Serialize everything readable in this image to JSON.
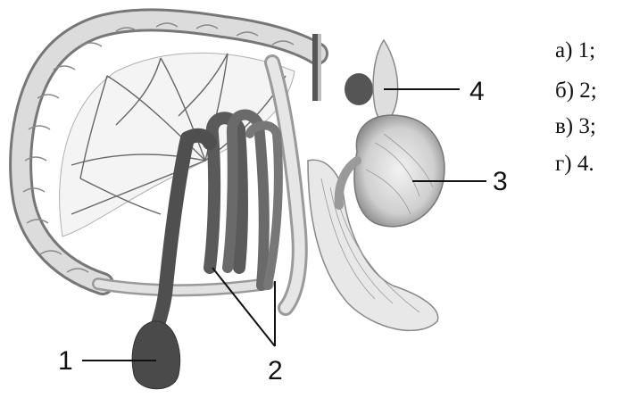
{
  "figure": {
    "callouts": [
      "1",
      "2",
      "3",
      "4"
    ]
  },
  "answers": [
    {
      "letter": "а)",
      "value": "1;"
    },
    {
      "letter": "б)",
      "value": "2;"
    },
    {
      "letter": "в)",
      "value": "3;"
    },
    {
      "letter": "г)",
      "value": "4."
    }
  ]
}
